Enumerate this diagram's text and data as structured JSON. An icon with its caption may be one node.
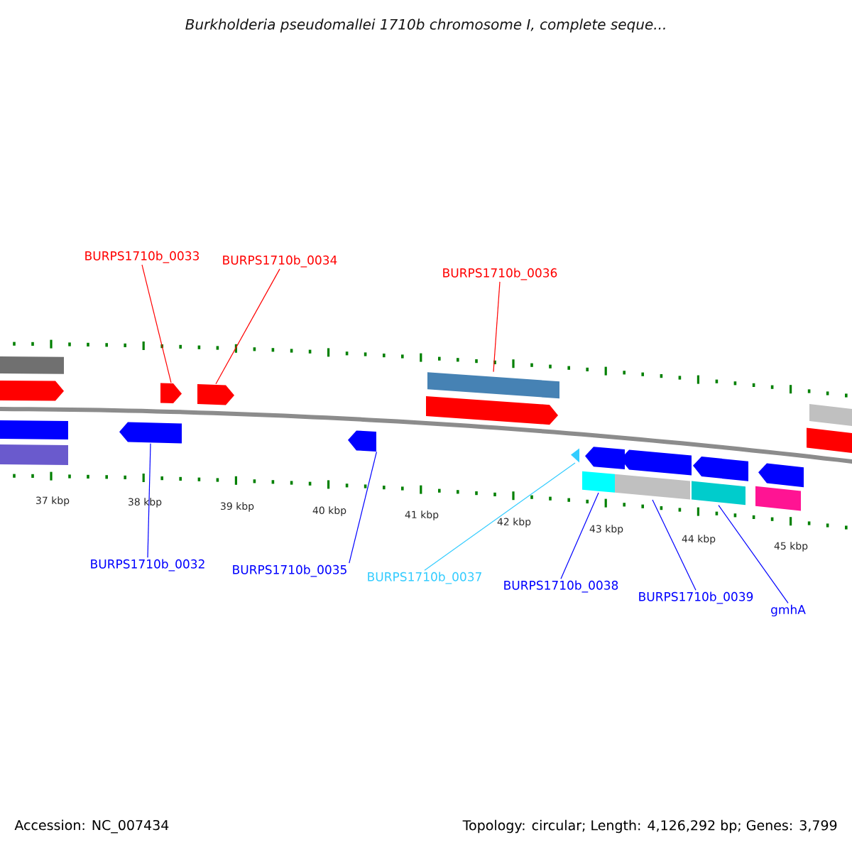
{
  "diagram": {
    "title": "Burkholderia pseudomallei 1710b chromosome I, complete seque...",
    "nodes": [
      {
        "text": [
          "BURPS1710b_0033"
        ]
      },
      {
        "text": [
          "BURPS1710b_0034"
        ]
      },
      {
        "text": [
          "BURPS1710b_0036"
        ]
      },
      {
        "text": [
          "BURPS1710b_0032"
        ]
      },
      {
        "text": [
          "BURPS1710b_0035"
        ]
      },
      {
        "text": [
          "BURPS1710b_0037"
        ]
      },
      {
        "text": [
          "BURPS1710b_0038"
        ]
      },
      {
        "text": [
          "BURPS1710b_0039"
        ]
      },
      {
        "text": [
          "gmhA"
        ]
      },
      {
        "text": [],
        "shape": "bar"
      },
      {
        "text": [],
        "shape": "pentagon"
      },
      {
        "text": [],
        "shape": "bar"
      },
      {
        "text": [],
        "shape": "bar"
      },
      {
        "text": [],
        "shape": "pentagon"
      },
      {
        "text": [],
        "shape": "pentagon"
      },
      {
        "text": [],
        "shape": "pentagon"
      },
      {
        "text": [],
        "shape": "pentagon"
      },
      {
        "text": [],
        "shape": "pentagon"
      },
      {
        "text": [],
        "shape": "bar"
      },
      {
        "text": [],
        "shape": "triangle"
      },
      {
        "text": [],
        "shape": "bar"
      },
      {
        "text": [],
        "shape": "pentagon"
      },
      {
        "text": [],
        "shape": "bar"
      },
      {
        "text": [],
        "shape": "pentagon"
      },
      {
        "text": [],
        "shape": "bar"
      },
      {
        "text": [],
        "shape": "pentagon"
      },
      {
        "text": [],
        "shape": "bar"
      },
      {
        "text": [],
        "shape": "pentagon"
      },
      {
        "text": [],
        "shape": "bar"
      },
      {
        "text": [],
        "shape": "bar"
      }
    ],
    "edges": [
      {
        "from": 0,
        "to": 14,
        "arrow": "none",
        "color": "#ff0000"
      },
      {
        "from": 1,
        "to": 15,
        "arrow": "none",
        "color": "#ff0000"
      },
      {
        "from": 2,
        "to": 18,
        "arrow": "none",
        "color": "#ff0000"
      },
      {
        "from": 3,
        "to": 13,
        "arrow": "none"
      },
      {
        "from": 4,
        "to": 16,
        "arrow": "none"
      },
      {
        "from": 5,
        "to": 19,
        "arrow": "none",
        "color": "#33ccff"
      },
      {
        "from": 6,
        "to": 20,
        "arrow": "none"
      },
      {
        "from": 7,
        "to": 22,
        "arrow": "none"
      },
      {
        "from": 8,
        "to": 24,
        "arrow": "none"
      }
    ],
    "labels": [
      "37 kbp",
      "38 kbp",
      "39 kbp",
      "40 kbp",
      "41 kbp",
      "42 kbp",
      "43 kbp",
      "44 kbp",
      "45 kbp",
      "Accession: NC_007434",
      "Topology: circular; Length: 4,126,292 bp; Genes: 3,799"
    ]
  }
}
